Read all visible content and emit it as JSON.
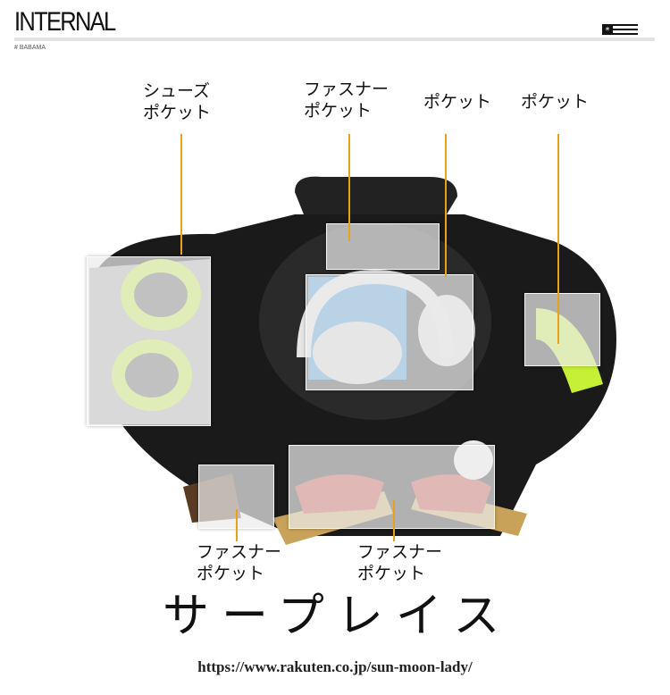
{
  "header": {
    "title": "INTERNAL",
    "subtitle": "# BABAMA",
    "flag_icon": "flag-icon"
  },
  "labels": {
    "shoe_pocket": "シューズ\nポケット",
    "zipper_pocket_top": "ファスナー\nポケット",
    "pocket_inner": "ポケット",
    "pocket_side": "ポケット",
    "zipper_pocket_bottom_left": "ファスナー\nポケット",
    "zipper_pocket_bottom_center": "ファスナー\nポケット"
  },
  "watermark": "サープレイス",
  "url": "https://www.rakuten.co.jp/sun-moon-lady/",
  "colors": {
    "leader_line": "#e8a217",
    "bag": "#1a1a1a",
    "accent": "#c6f036"
  }
}
